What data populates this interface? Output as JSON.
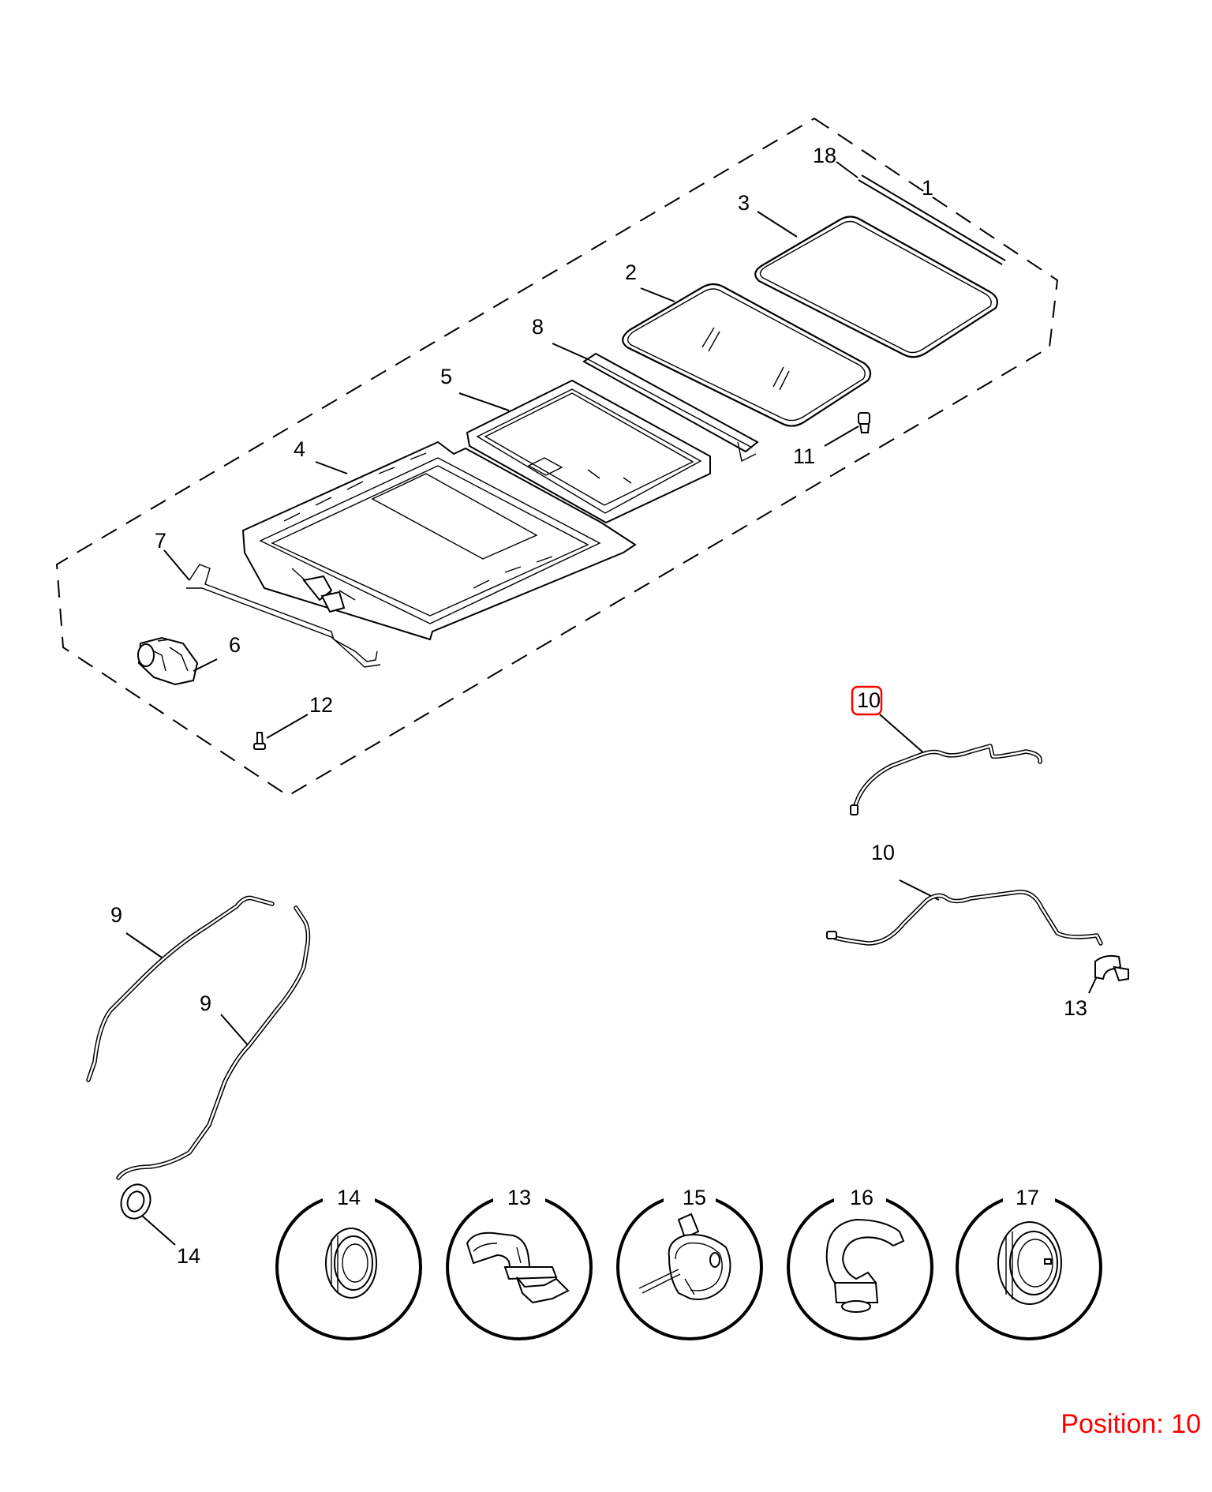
{
  "callouts": {
    "c18": "18",
    "c1": "1",
    "c3": "3",
    "c2": "2",
    "c8": "8",
    "c5": "5",
    "c11": "11",
    "c4": "4",
    "c7": "7",
    "c6": "6",
    "c12": "12",
    "c10a": "10",
    "c10b": "10",
    "c9a": "9",
    "c9b": "9",
    "c13": "13",
    "c14": "14"
  },
  "detail_circles": [
    {
      "label": "14",
      "part": "grommet"
    },
    {
      "label": "13",
      "part": "elbow-connector"
    },
    {
      "label": "15",
      "part": "hose-clamp"
    },
    {
      "label": "16",
      "part": "clip"
    },
    {
      "label": "17",
      "part": "grommet"
    }
  ],
  "highlight": {
    "label": "10",
    "color": "#ff0000"
  },
  "position_label": "Position: 10"
}
